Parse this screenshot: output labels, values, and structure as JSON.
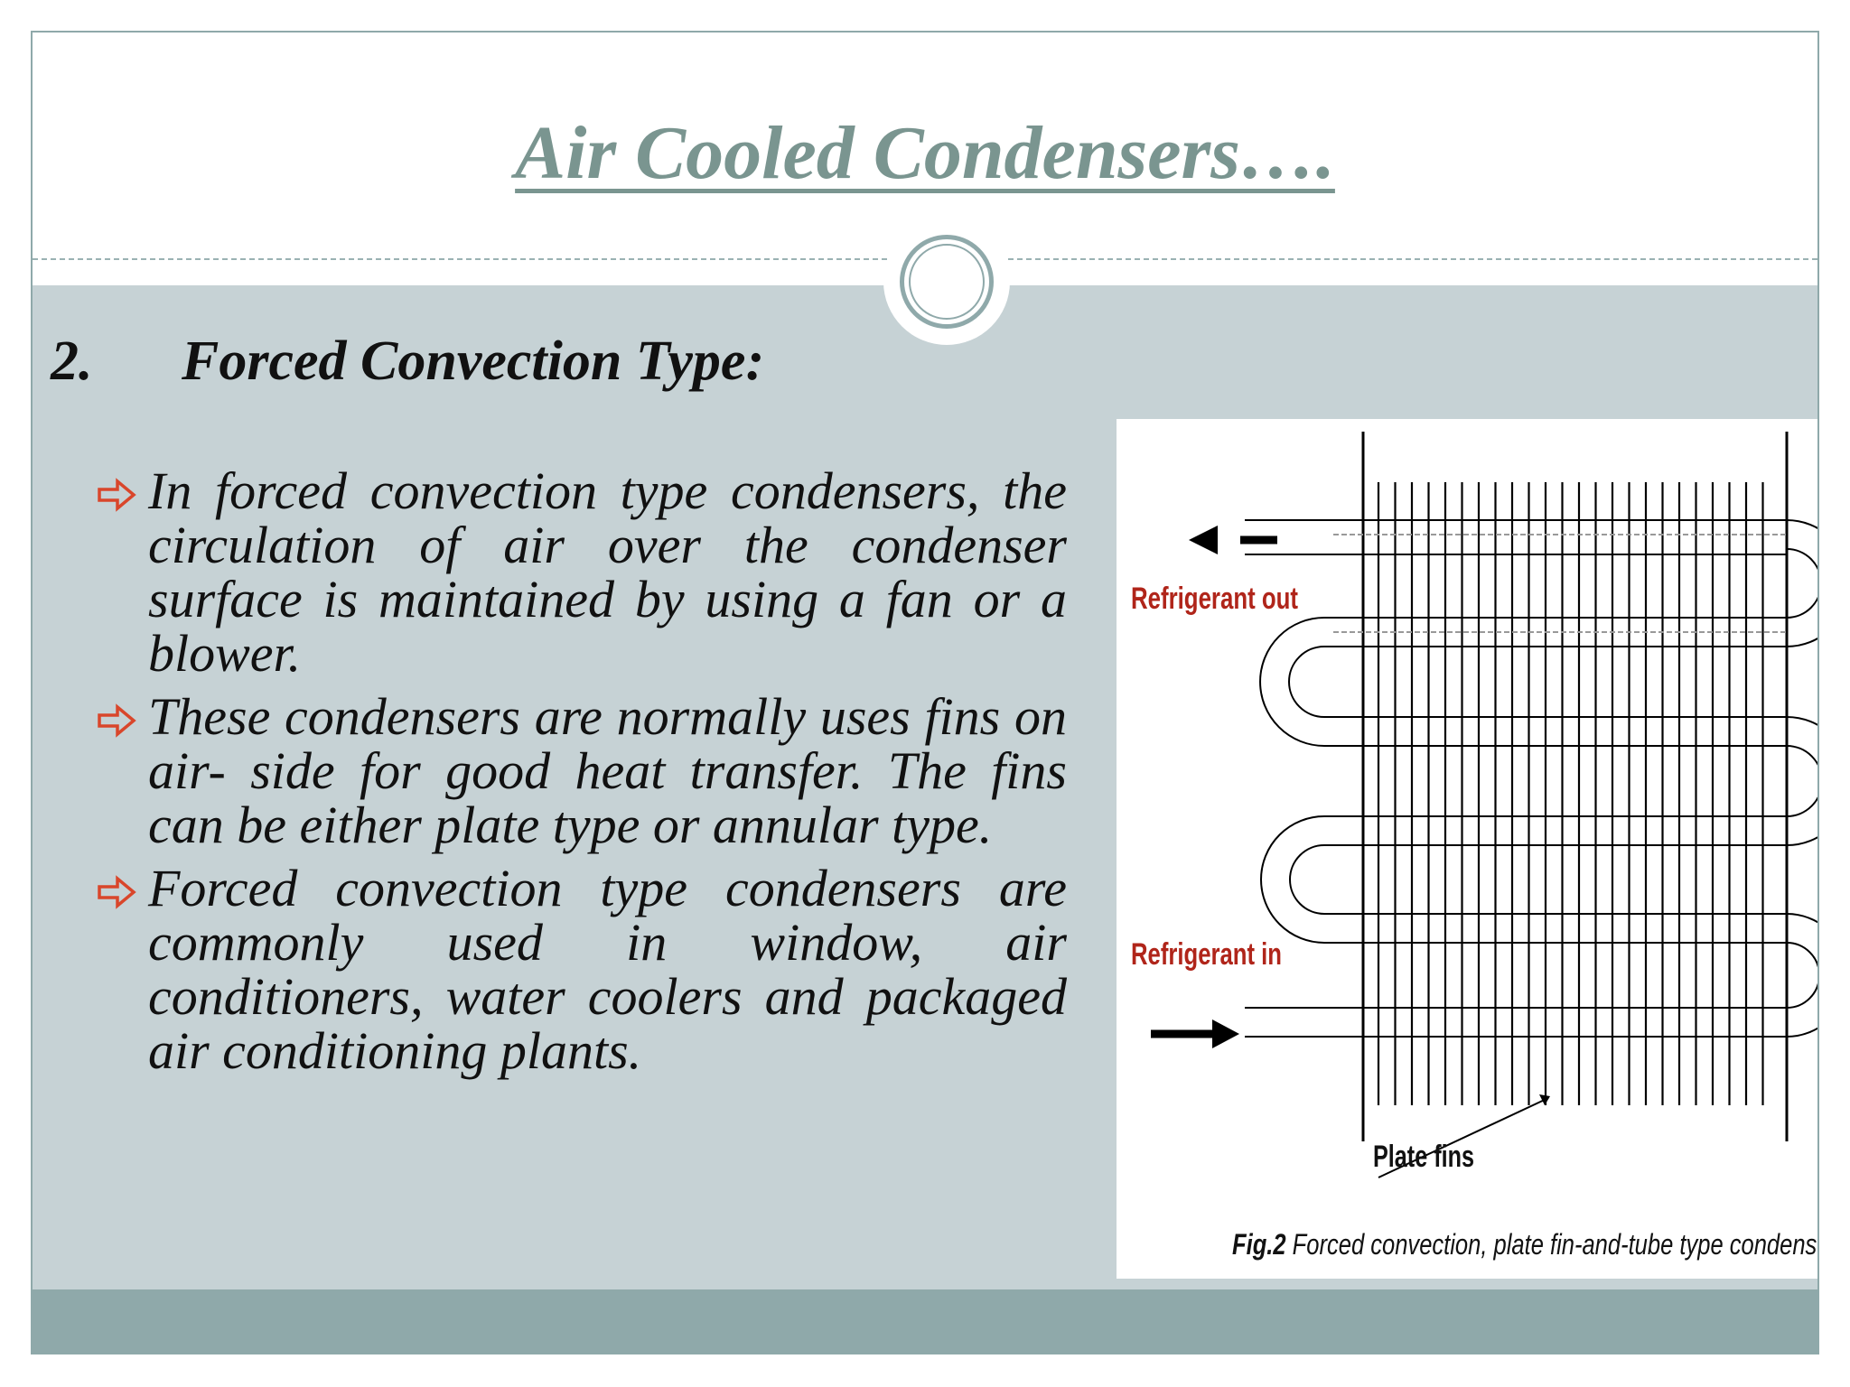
{
  "slide": {
    "title": "Air Cooled Condensers….",
    "section_number": "2.",
    "section_heading": "Forced Convection Type:",
    "bullets": [
      {
        "icon": "hollow-arrow-right-icon",
        "text": "In forced convection type condensers,  the circulation of air over the condenser surface is maintained by using a fan or a blower."
      },
      {
        "icon": "hollow-arrow-right-icon",
        "text": "These condensers are normally uses fins on air- side for good heat transfer. The fins can be either plate type or annular type."
      },
      {
        "icon": "hollow-arrow-right-icon",
        "text": "Forced convection type condensers  are commonly used in window, air conditioners, water coolers and packaged air conditioning plants."
      }
    ]
  },
  "figure": {
    "label_refrigerant_out": "Refrigerant out",
    "label_refrigerant_in": "Refrigerant in",
    "label_plate_fins": "Plate fins",
    "caption_prefix": "Fig.2",
    "caption_text": " Forced convection, plate fin-and-tube type condenser",
    "colors": {
      "label_red": "#b0251a",
      "line": "#111111"
    }
  },
  "theme": {
    "title_color": "#7a9590",
    "content_bg": "#c6d2d5",
    "footer_bg": "#8fa9aa",
    "bullet_icon_color": "#d9462b"
  }
}
